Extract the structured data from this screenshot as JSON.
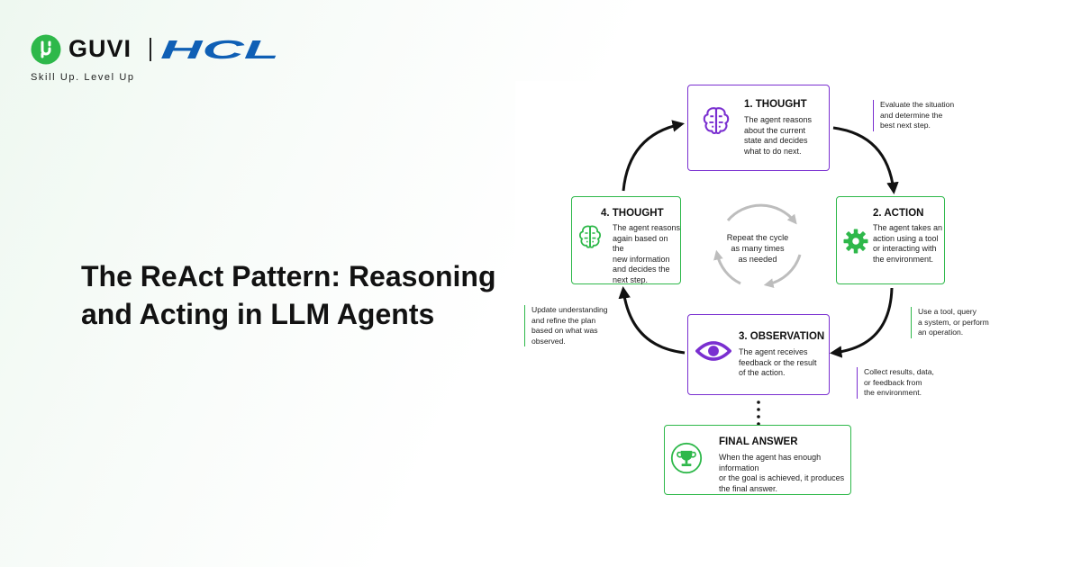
{
  "brand": {
    "name": "GUVI",
    "partner": "HCL",
    "tagline": "Skill Up. Level Up",
    "colors": {
      "guvi_green": "#2eb84a",
      "hcl_blue": "#0f5fb5"
    }
  },
  "headline": {
    "line1": "The ReAct Pattern: Reasoning",
    "line2": "and Acting in LLM Agents"
  },
  "diagram": {
    "colors": {
      "purple": "#7a2fd0",
      "green": "#2eb84a",
      "arrow": "#111111",
      "cycle": "#bdbdbd"
    },
    "center": {
      "line1": "Repeat the cycle",
      "line2": "as many times",
      "line3": "as needed"
    },
    "nodes": {
      "thought1": {
        "title": "1. THOUGHT",
        "icon": "brain-icon",
        "lines": [
          "The agent reasons",
          "about the current",
          "state and decides",
          "what to do next."
        ]
      },
      "action": {
        "title": "2. ACTION",
        "icon": "gear-icon",
        "lines": [
          "The agent takes an",
          "action using a tool",
          "or interacting with",
          "the environment."
        ]
      },
      "observation": {
        "title": "3. OBSERVATION",
        "icon": "eye-icon",
        "lines": [
          "The agent receives",
          "feedback or the result",
          "of the action."
        ]
      },
      "thought4": {
        "title": "4. THOUGHT",
        "icon": "brain-icon",
        "lines": [
          "The agent reasons",
          "again based on the",
          "new information",
          "and decides the",
          "next step."
        ]
      },
      "final": {
        "title": "FINAL ANSWER",
        "icon": "trophy-icon",
        "lines": [
          "When the agent has enough information",
          "or the goal is achieved, it produces",
          "the final answer."
        ]
      }
    },
    "notes": {
      "thought1": [
        "Evaluate the situation",
        "and determine the",
        "best next step."
      ],
      "action": [
        "Use a tool, query",
        "a system, or perform",
        "an operation."
      ],
      "observation": [
        "Collect results, data,",
        "or feedback from",
        "the environment."
      ],
      "thought4": [
        "Update understanding",
        "and refine the plan",
        "based on what was",
        "observed."
      ]
    }
  }
}
